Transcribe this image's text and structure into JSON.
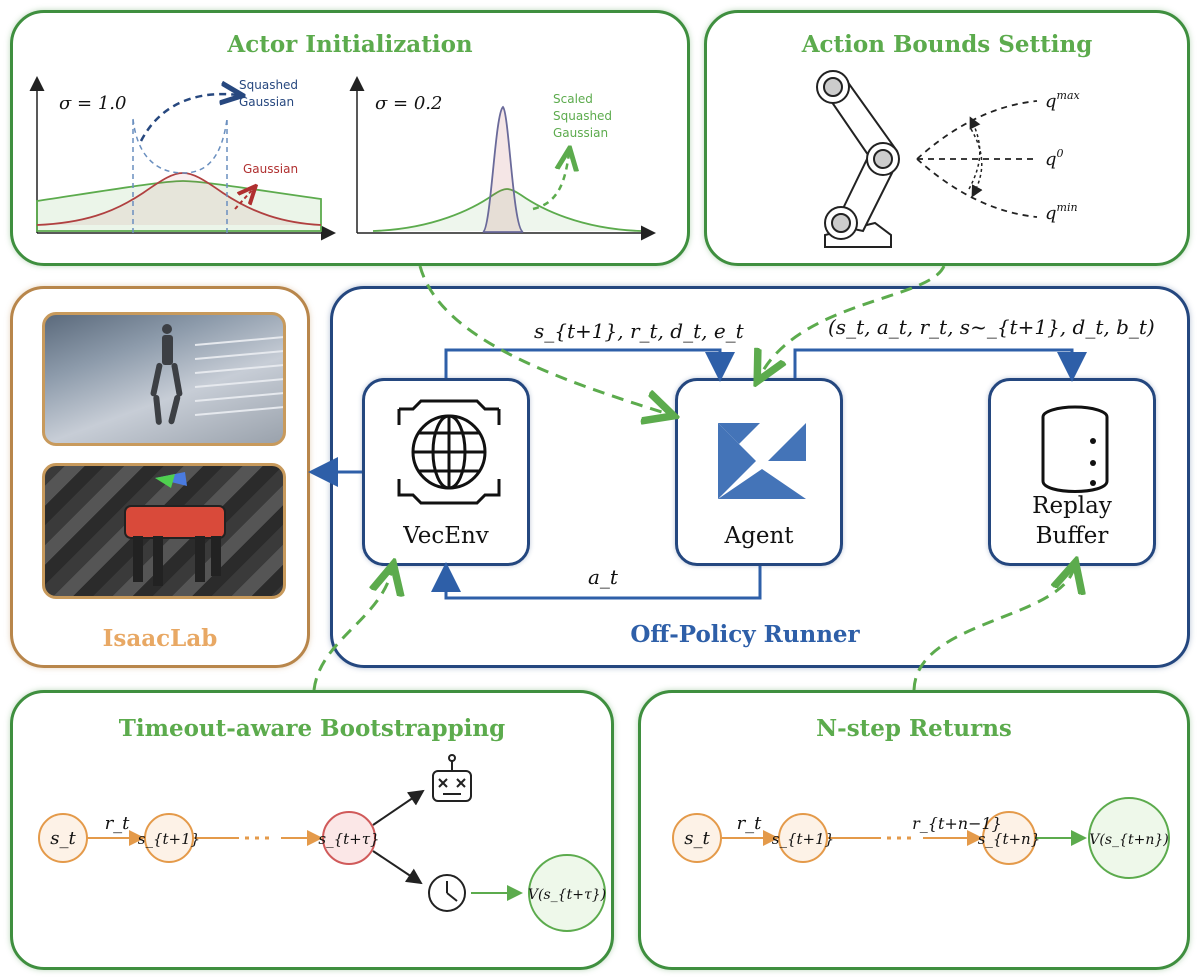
{
  "actor_init": {
    "title": "Actor Initialization",
    "sigma_left": "σ = 1.0",
    "sigma_right": "σ = 0.2",
    "squashed_gaussian": [
      "Squashed",
      "Gaussian"
    ],
    "gaussian": "Gaussian",
    "scaled_squashed_gaussian": [
      "Scaled",
      "Squashed",
      "Gaussian"
    ]
  },
  "action_bounds": {
    "title": "Action Bounds Setting",
    "q_max": "q",
    "q_max_sup": "max",
    "q_zero": "q",
    "q_zero_sup": "0",
    "q_min": "q",
    "q_min_sup": "min"
  },
  "isaaclab": {
    "title": "IsaacLab"
  },
  "runner": {
    "title": "Off-Policy Runner",
    "vecenv_label": "VecEnv",
    "agent_label": "Agent",
    "replay_label_1": "Replay",
    "replay_label_2": "Buffer",
    "obs_edge": "s_{t+1}, r_t, d_t, e_t",
    "transition_edge": "(s_t, a_t, r_t, s~_{t+1}, d_t, b_t)",
    "action_edge": "a_t"
  },
  "timeout": {
    "title": "Timeout-aware Bootstrapping",
    "nodes": [
      "s_t",
      "s_{t+1}",
      "s_{t+τ}"
    ],
    "reward": "r_t",
    "value": "V(s_{t+τ})"
  },
  "nstep": {
    "title": "N-step Returns",
    "nodes": [
      "s_t",
      "s_{t+1}",
      "s_{t+n}"
    ],
    "reward_first": "r_t",
    "reward_last": "r_{t+n−1}",
    "value": "V(s_{t+n})"
  },
  "colors": {
    "green": "#5cab4d",
    "blue": "#2e5fa8",
    "orange": "#e8a864",
    "dash_green": "#5cab4d"
  }
}
